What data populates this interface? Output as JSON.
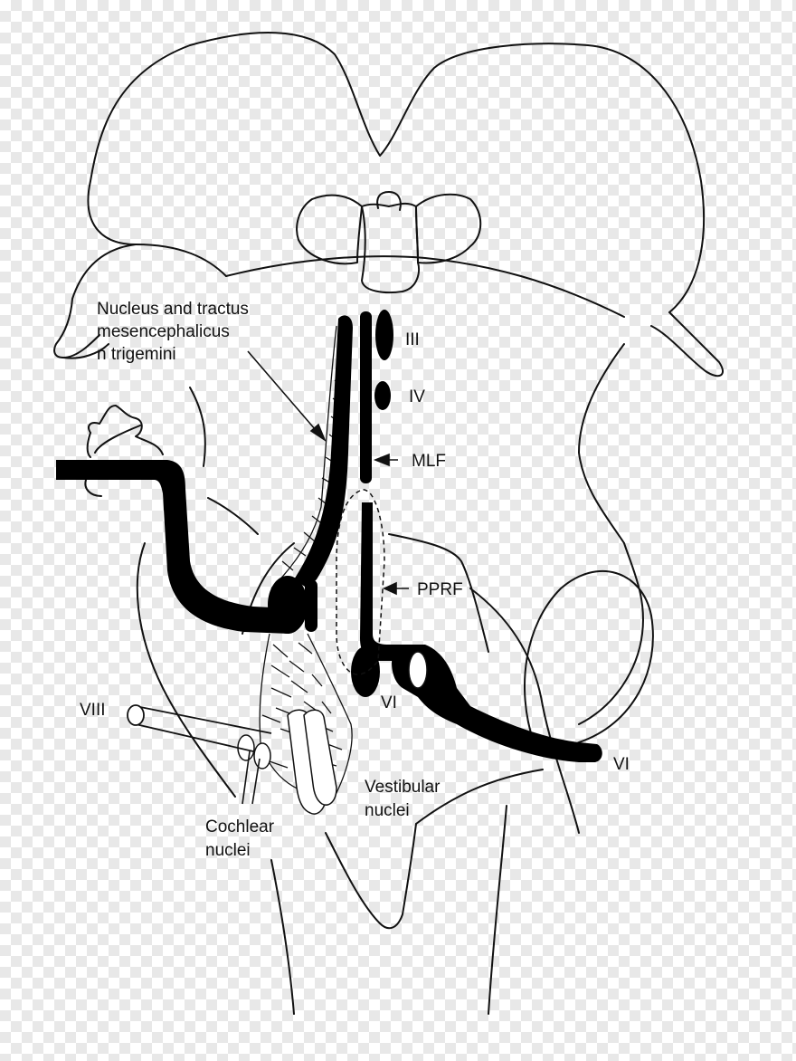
{
  "diagram": {
    "labels": {
      "nucleus_line1": "Nucleus and tractus",
      "nucleus_line2": "mesencephalicus",
      "nucleus_line3": "n trigemini",
      "iii": "III",
      "iv": "IV",
      "mlf": "MLF",
      "pprf": "PPRF",
      "vi_nucleus": "VI",
      "vi_nerve": "VI",
      "viii": "VIII",
      "vestibular_line1": "Vestibular",
      "vestibular_line2": "nuclei",
      "cochlear_line1": "Cochlear",
      "cochlear_line2": "nuclei"
    }
  }
}
